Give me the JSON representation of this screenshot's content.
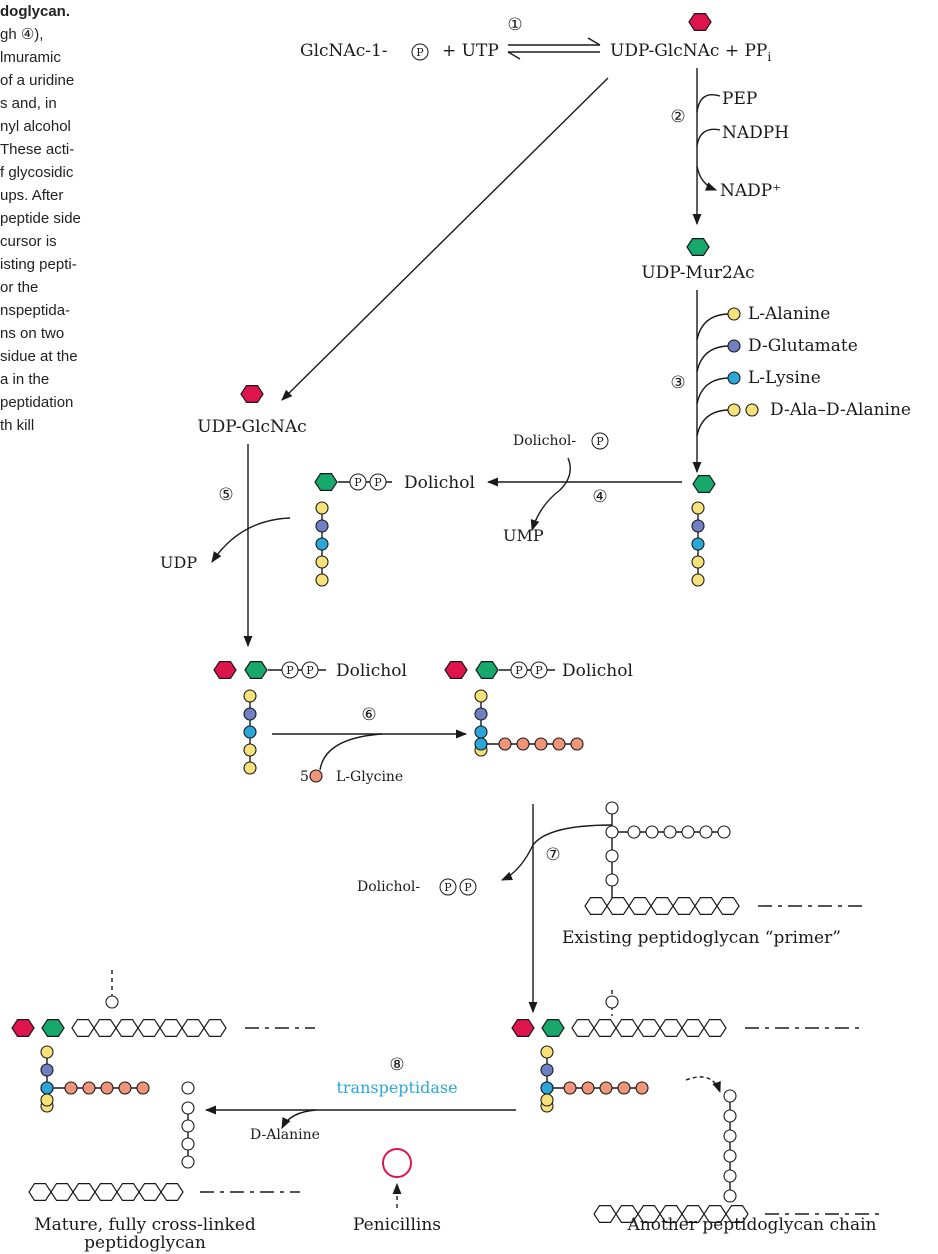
{
  "caption_lines": [
    "doglycan.",
    "gh ④),",
    "lmuramic",
    "of a uridine",
    "s and, in",
    "nyl alcohol",
    "These acti-",
    "f glycosidic",
    "ups. After",
    "peptide side",
    "cursor is",
    "isting pepti-",
    "or the",
    "nspeptida-",
    "ns on two",
    "sidue at the",
    "a in the",
    "peptidation",
    "th kill"
  ],
  "steps": [
    "①",
    "②",
    "③",
    "④",
    "⑤",
    "⑥",
    "⑦",
    "⑧"
  ],
  "labels": {
    "glcnac1p": "GlcNAc-1-",
    "plus_utp": "+ UTP",
    "udp_glcnac_pp": "UDP-GlcNAc + PP",
    "pp_sub": "i",
    "pep": "PEP",
    "nadph": "NADPH",
    "nadp": "NADP⁺",
    "udp_mur2ac": "UDP-Mur2Ac",
    "l_alanine": "L-Alanine",
    "d_glutamate": "D-Glutamate",
    "l_lysine": "L-Lysine",
    "d_ala_d_alanine": "D-Ala–D-Alanine",
    "udp_glcnac": "UDP-GlcNAc",
    "dolichol_p": "Dolichol-",
    "dolichol": "Dolichol",
    "ump": "UMP",
    "udp": "UDP",
    "five": "5",
    "l_glycine": "L-Glycine",
    "dolichol_pp": "Dolichol-",
    "primer": "Existing peptidoglycan “primer”",
    "transpeptidase": "transpeptidase",
    "d_alanine": "D-Alanine",
    "penicillins": "Penicillins",
    "mature_1": "Mature, fully cross-linked",
    "mature_2": "peptidoglycan",
    "another_chain": "Another peptidoglycan chain",
    "p": "P"
  },
  "colors": {
    "glcnac": "#e0144c",
    "murnac": "#17a86b",
    "alanine": "#f7e27a",
    "glutamate": "#6e7fc2",
    "lysine": "#2aa6d8",
    "glycine": "#f0957a",
    "transpeptidase": "#2aa6d8",
    "inhibit": "#e0144c"
  }
}
